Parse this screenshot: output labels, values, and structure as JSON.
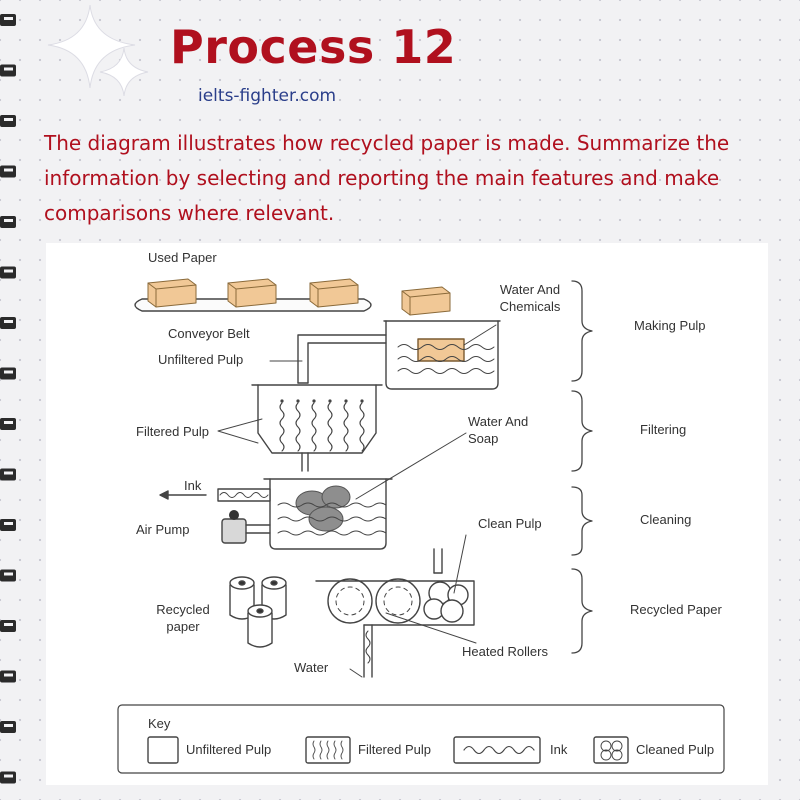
{
  "header": {
    "title": "Process 12",
    "website": "ielts-fighter.com",
    "prompt": "The diagram illustrates how recycled paper is made. Summarize the information by selecting and reporting the main features and make comparisons where relevant."
  },
  "diagram": {
    "labels": {
      "used_paper": "Used Paper",
      "conveyor_belt": "Conveyor Belt",
      "unfiltered_pulp": "Unfiltered Pulp",
      "water_and_chemicals_1": "Water And",
      "water_and_chemicals_2": "Chemicals",
      "filtered_pulp": "Filtered Pulp",
      "water_and_soap_1": "Water And",
      "water_and_soap_2": "Soap",
      "ink": "Ink",
      "air_pump": "Air Pump",
      "clean_pulp": "Clean Pulp",
      "recycled_paper_1": "Recycled",
      "recycled_paper_2": "paper",
      "heated_rollers": "Heated Rollers",
      "water": "Water"
    },
    "stages": [
      "Making Pulp",
      "Filtering",
      "Cleaning",
      "Recycled Paper"
    ],
    "key": {
      "title": "Key",
      "items": [
        "Unfiltered Pulp",
        "Filtered Pulp",
        "Ink",
        "Cleaned Pulp"
      ]
    }
  },
  "colors": {
    "title": "#b0101e",
    "website": "#2a3e8a",
    "paper_bundle": "#f1c896",
    "ink_blob": "#8e8e8e"
  }
}
